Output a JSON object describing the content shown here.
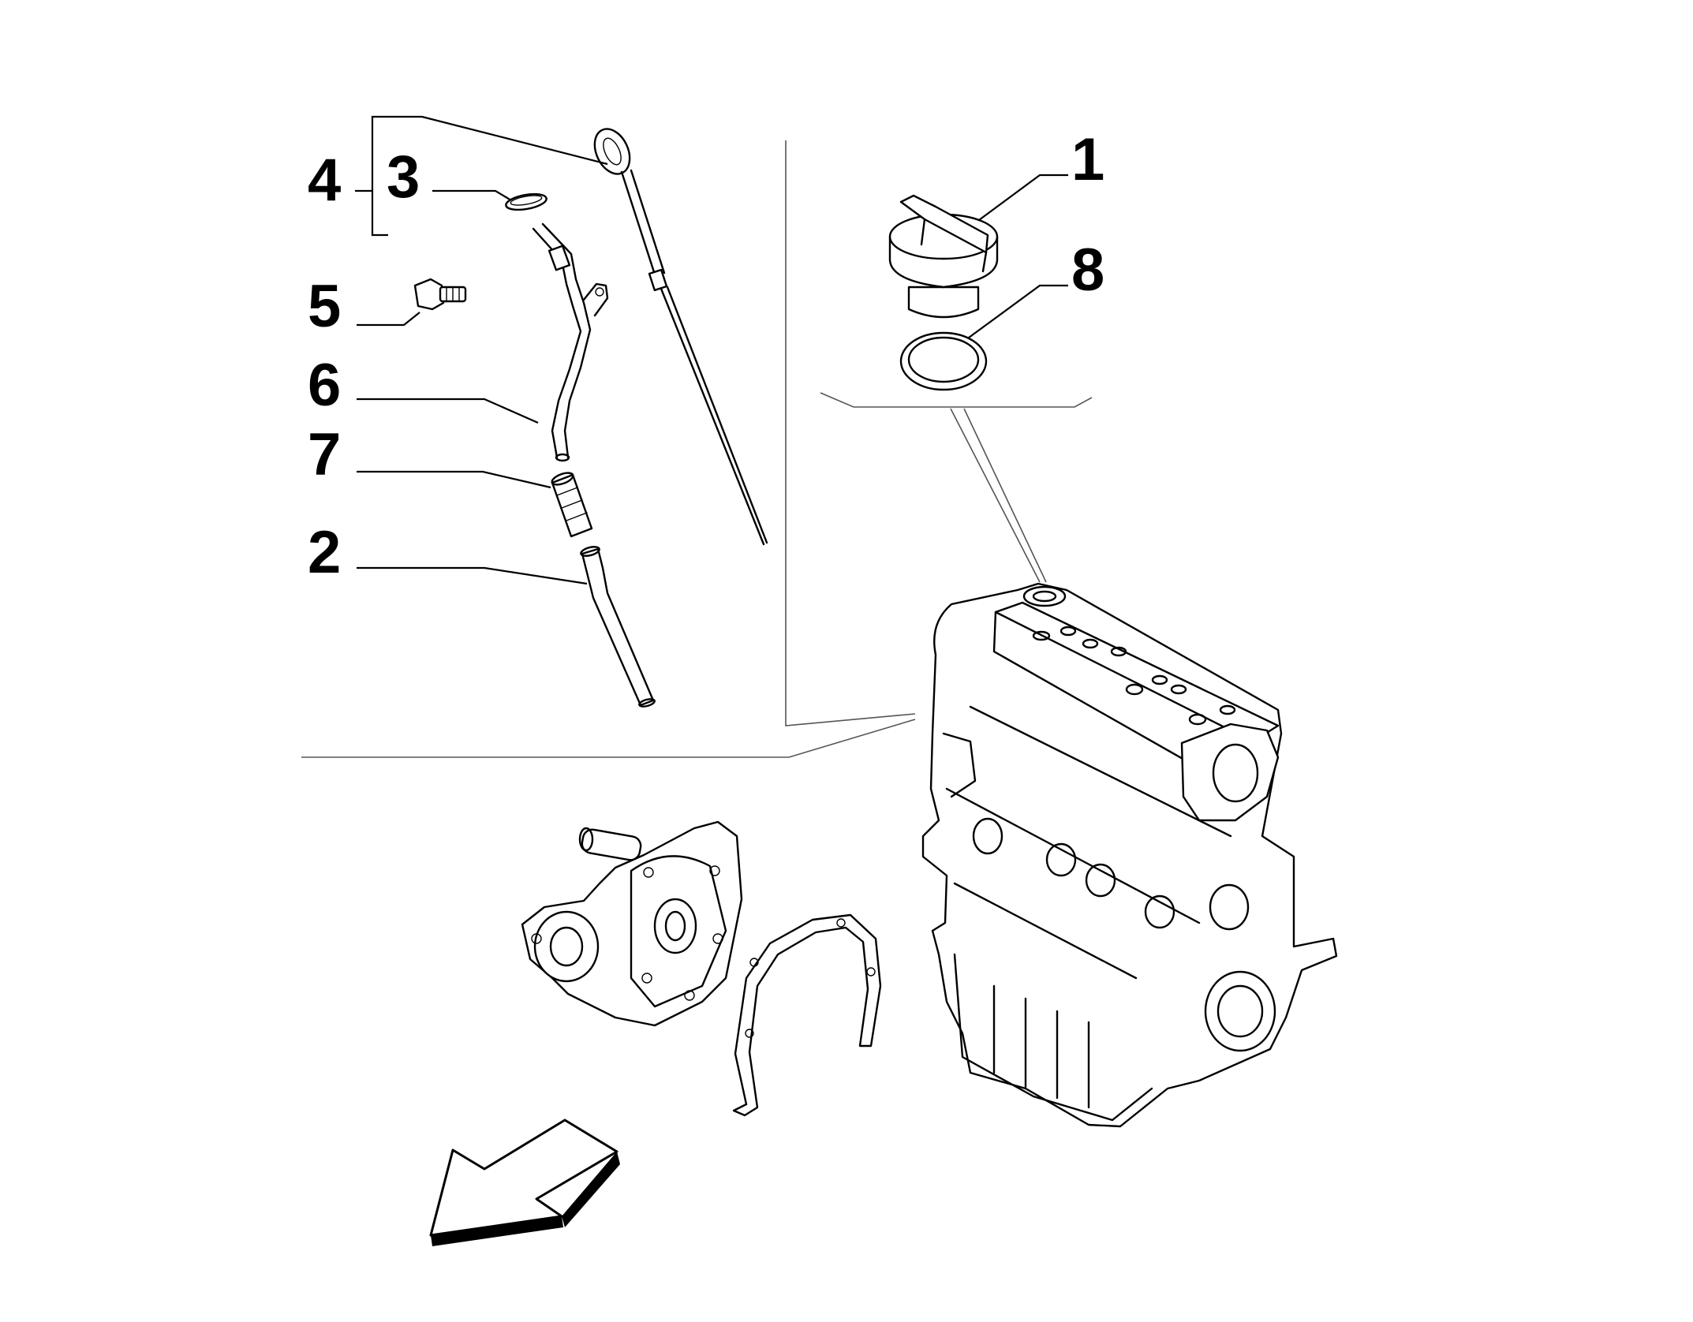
{
  "callouts": [
    {
      "id": "1",
      "label": "1"
    },
    {
      "id": "2",
      "label": "2"
    },
    {
      "id": "3",
      "label": "3"
    },
    {
      "id": "4",
      "label": "4"
    },
    {
      "id": "5",
      "label": "5"
    },
    {
      "id": "6",
      "label": "6"
    },
    {
      "id": "7",
      "label": "7"
    },
    {
      "id": "8",
      "label": "8"
    }
  ],
  "parts": [
    {
      "callout": "1",
      "icon": "oil-filler-cap-icon"
    },
    {
      "callout": "2",
      "icon": "dipstick-guide-tube-icon"
    },
    {
      "callout": "3",
      "icon": "o-ring-icon"
    },
    {
      "callout": "4",
      "icon": "dipstick-icon"
    },
    {
      "callout": "5",
      "icon": "bolt-icon"
    },
    {
      "callout": "6",
      "icon": "dipstick-tube-icon"
    },
    {
      "callout": "7",
      "icon": "rubber-grommet-icon"
    },
    {
      "callout": "8",
      "icon": "sealing-ring-icon"
    }
  ],
  "background_assemblies": [
    "engine-block-icon",
    "oil-pump-icon",
    "gasket-icon",
    "direction-arrow-icon"
  ]
}
